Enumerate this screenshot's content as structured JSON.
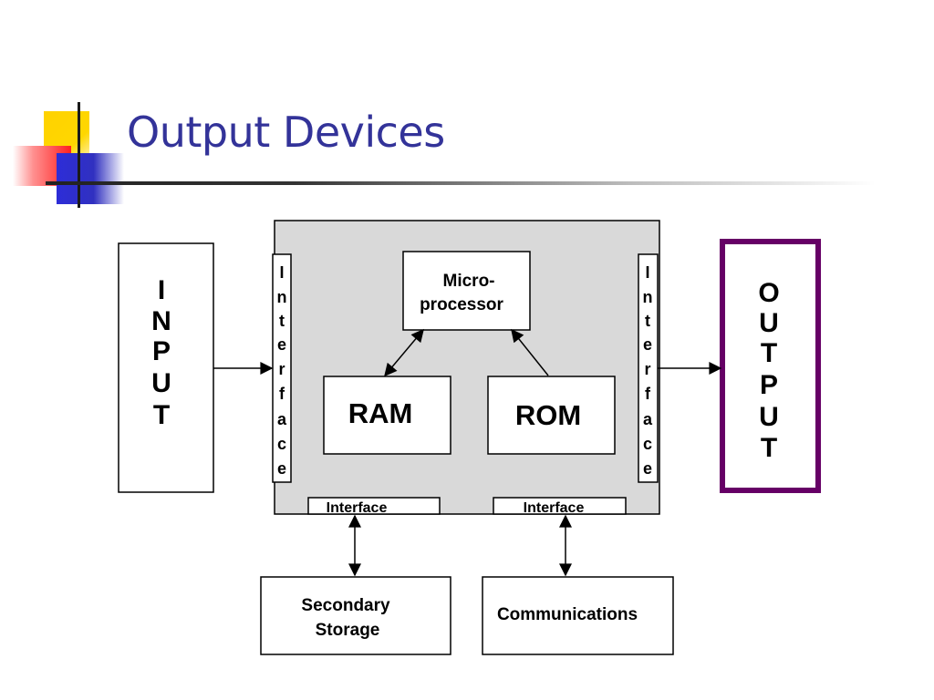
{
  "slide": {
    "title": "Output Devices"
  },
  "diagram": {
    "input_letters": [
      "I",
      "N",
      "P",
      "U",
      "T"
    ],
    "output_letters": [
      "O",
      "U",
      "T",
      "P",
      "U",
      "T"
    ],
    "interface_letters": [
      "I",
      "n",
      "t",
      "e",
      "r",
      "f",
      "a",
      "c",
      "e"
    ],
    "microprocessor_line1": "Micro-",
    "microprocessor_line2": "processor",
    "ram": "RAM",
    "rom": "ROM",
    "interface_bottom_left": "Interface",
    "interface_bottom_right": "Interface",
    "secondary_storage_line1": "Secondary",
    "secondary_storage_line2": "Storage",
    "communications": "Communications"
  },
  "colors": {
    "title": "#333399",
    "output_border": "#660066",
    "cpu_fill": "#d9d9d9"
  }
}
